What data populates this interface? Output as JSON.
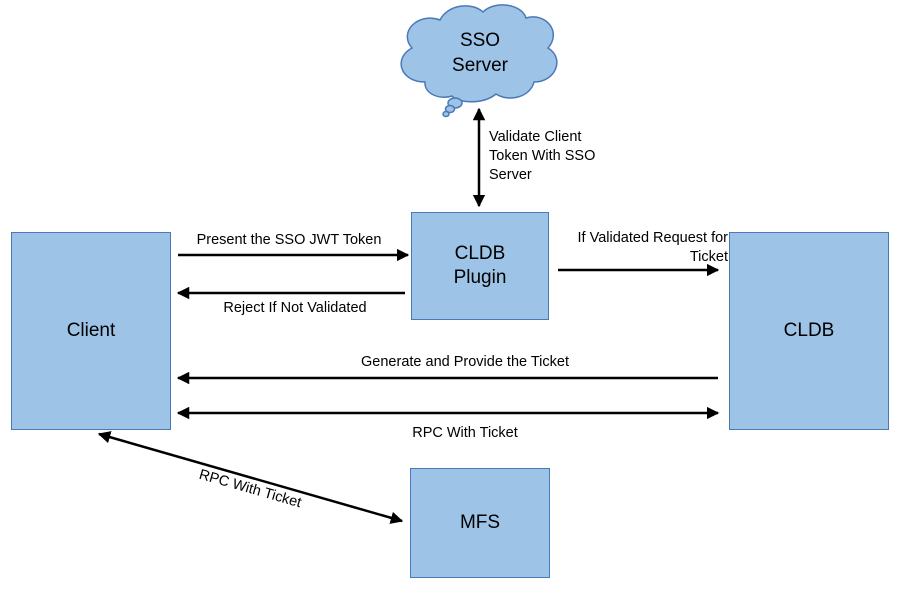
{
  "colors": {
    "node_fill": "#9dc3e6",
    "node_border": "#4a79b8",
    "arrow": "#000000"
  },
  "nodes": {
    "sso_server": "SSO\nServer",
    "cldb_plugin": "CLDB\nPlugin",
    "client": "Client",
    "cldb": "CLDB",
    "mfs": "MFS"
  },
  "edges": {
    "validate_token": "Validate Client\nToken With SSO\nServer",
    "present_token": "Present the SSO JWT Token",
    "reject": "Reject If Not Validated",
    "request_ticket": "If Validated Request for\nTicket",
    "provide_ticket": "Generate and Provide the Ticket",
    "rpc_cldb": "RPC With Ticket",
    "rpc_mfs": "RPC With Ticket"
  }
}
